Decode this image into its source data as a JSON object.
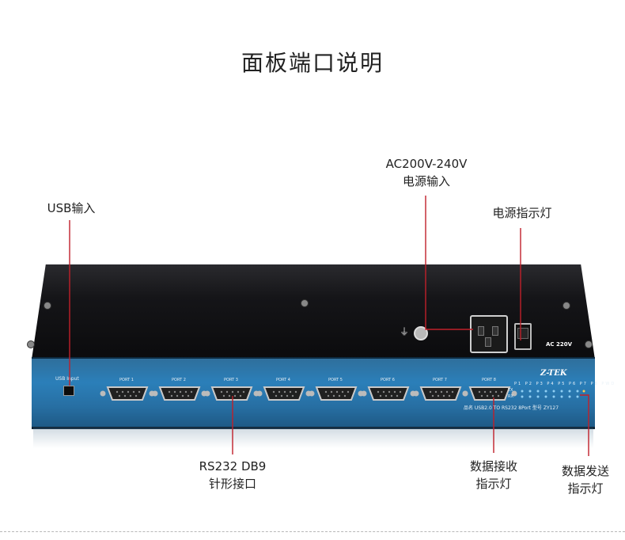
{
  "heading": "面板端口说明",
  "callouts": {
    "usb_input": "USB输入",
    "ac_voltage": "AC200V-240V",
    "power_input": "电源输入",
    "power_indicator": "电源指示灯",
    "rs232_line1": "RS232 DB9",
    "rs232_line2": "针形接口",
    "rx_line1": "数据接收",
    "rx_line2": "指示灯",
    "tx_line1": "数据发送",
    "tx_line2": "指示灯"
  },
  "device": {
    "ac_label": "AC 220V",
    "usb_label": "USB Input",
    "ports": [
      "PORT 1",
      "PORT 2",
      "PORT 3",
      "PORT 4",
      "PORT 5",
      "PORT 6",
      "PORT 7",
      "PORT 8"
    ],
    "brand": "Z-TEK",
    "led_labels": [
      "P1",
      "P2",
      "P3",
      "P4",
      "P5",
      "P6",
      "P7",
      "P8",
      "PWD"
    ],
    "tx_label": "TX",
    "rx_label": "RX",
    "product_line": "品名  USB2.0 TO RS232 8Port   型号  ZY127"
  },
  "colors": {
    "callout_line": "#c0202a",
    "front_panel": "#2b7fb9"
  }
}
